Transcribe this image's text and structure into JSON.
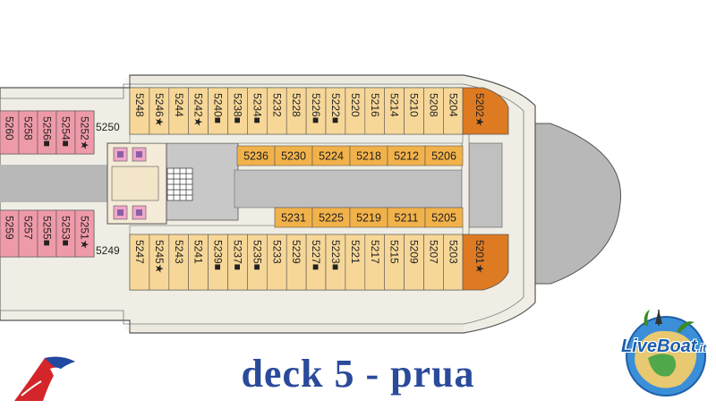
{
  "deck": {
    "title": "deck 5 - prua"
  },
  "logos": {
    "liveboat": "LiveBoat",
    "liveboat_suffix": ".it"
  },
  "colors": {
    "hull": "#b8b8b8",
    "deck_band": "#f0eee4",
    "forward_section": "#f7d798",
    "midship_section": "#ef9aa8",
    "inside_cabin": "#f2b24a",
    "suite": "#de7a22",
    "title_blue": "#2a4a9a",
    "lift_pink": "#f0a8c8"
  },
  "cabins": {
    "aft_top_outer": [
      "5260",
      "5258",
      "5256■",
      "5254■",
      "5252★"
    ],
    "aft_bottom_outer": [
      "5259",
      "5257",
      "5255■",
      "5253■",
      "5251★"
    ],
    "aft_corridor_top": "5250",
    "aft_corridor_bottom": "5249",
    "forward_top_outer": [
      "5248",
      "5246★",
      "5244",
      "5242★",
      "5240■",
      "5238■",
      "5234■",
      "5232",
      "5228",
      "5226■",
      "5222■",
      "5220",
      "5216",
      "5214",
      "5210",
      "5208",
      "5204"
    ],
    "forward_bottom_outer": [
      "5247",
      "5245★",
      "5243",
      "5241",
      "5239■",
      "5237■",
      "5235■",
      "5233",
      "5229",
      "5227■",
      "5223■",
      "5221",
      "5217",
      "5215",
      "5209",
      "5207",
      "5203"
    ],
    "suite_top": "5202★",
    "suite_bottom": "5201★",
    "inside_top": [
      "5236",
      "5230",
      "5224",
      "5218",
      "5212",
      "5206"
    ],
    "inside_bottom": [
      "5231",
      "5225",
      "5219",
      "5211",
      "5205"
    ]
  }
}
